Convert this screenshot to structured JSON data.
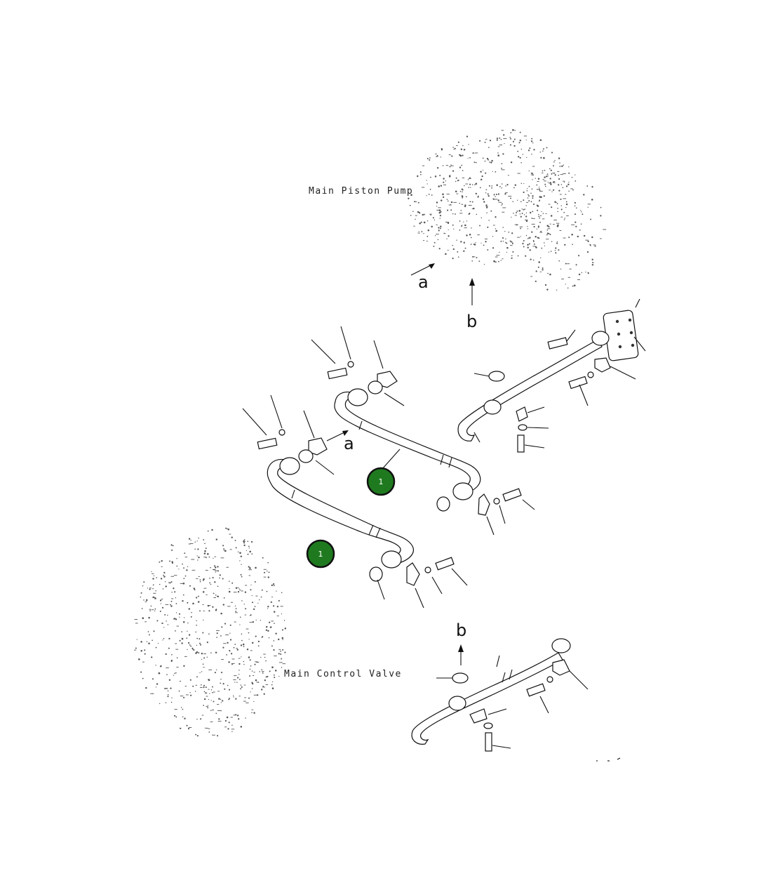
{
  "labels": {
    "main_piston_pump": "Main Piston Pump",
    "main_control_valve": "Main Control Valve"
  },
  "view_markers": {
    "a": "a",
    "b": "b"
  },
  "callouts": [
    {
      "id": "callout-1-upper",
      "text": "1"
    },
    {
      "id": "callout-1-lower",
      "text": "1"
    }
  ],
  "colors": {
    "callout_fill": "#1f7a1f",
    "callout_border": "#111111",
    "line": "#111111"
  }
}
